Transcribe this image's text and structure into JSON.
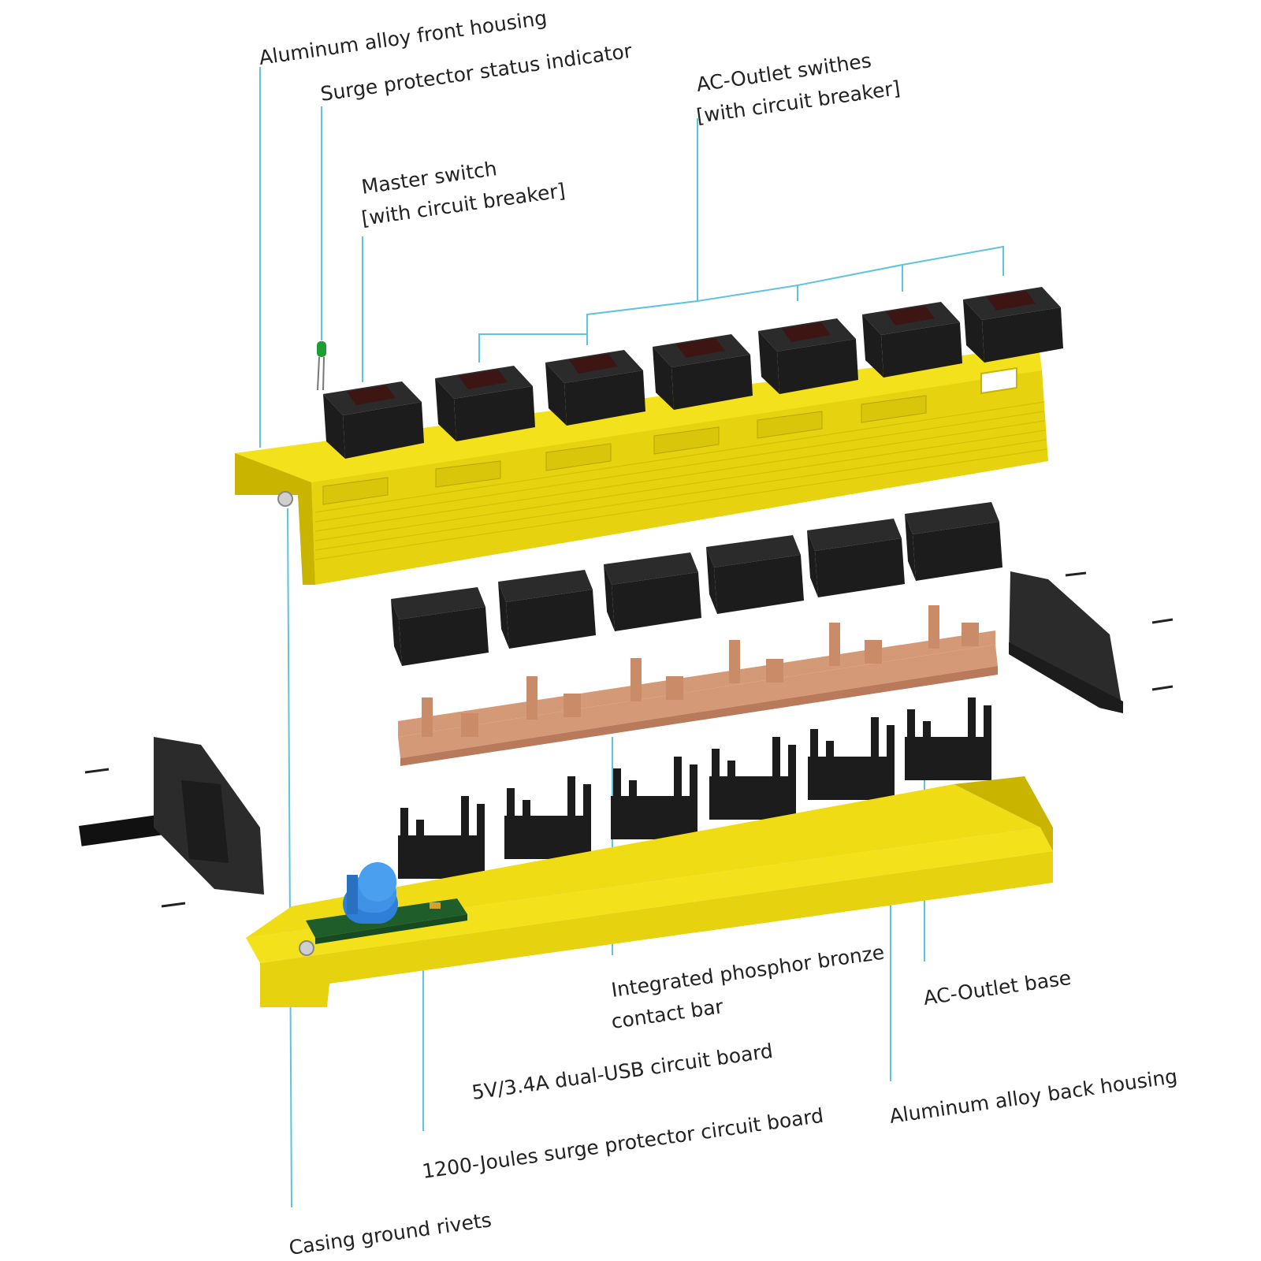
{
  "labels": {
    "front_housing": "Aluminum alloy front housing",
    "status_indicator": "Surge protector status indicator",
    "outlet_switches_1": "AC-Outlet swithes",
    "outlet_switches_2": "[with circuit breaker]",
    "master_switch_1": "Master switch",
    "master_switch_2": "[with circuit breaker]",
    "contact_bar_1": "Integrated phosphor bronze",
    "contact_bar_2": "contact bar",
    "outlet_base": "AC-Outlet base",
    "usb_board": "5V/3.4A dual-USB circuit board",
    "back_housing": "Aluminum alloy back housing",
    "surge_board": "1200-Joules surge protector circuit board",
    "ground_rivets": "Casing ground rivets"
  },
  "colors": {
    "housing": "#f3e21b",
    "leader_lines": "#5ec3dc",
    "components": "#1c1c1c",
    "contact_bar": "#d49a78",
    "rocker": "#3d1614",
    "capacitor": "#2f7fd8",
    "pcb": "#1f5e2a"
  }
}
